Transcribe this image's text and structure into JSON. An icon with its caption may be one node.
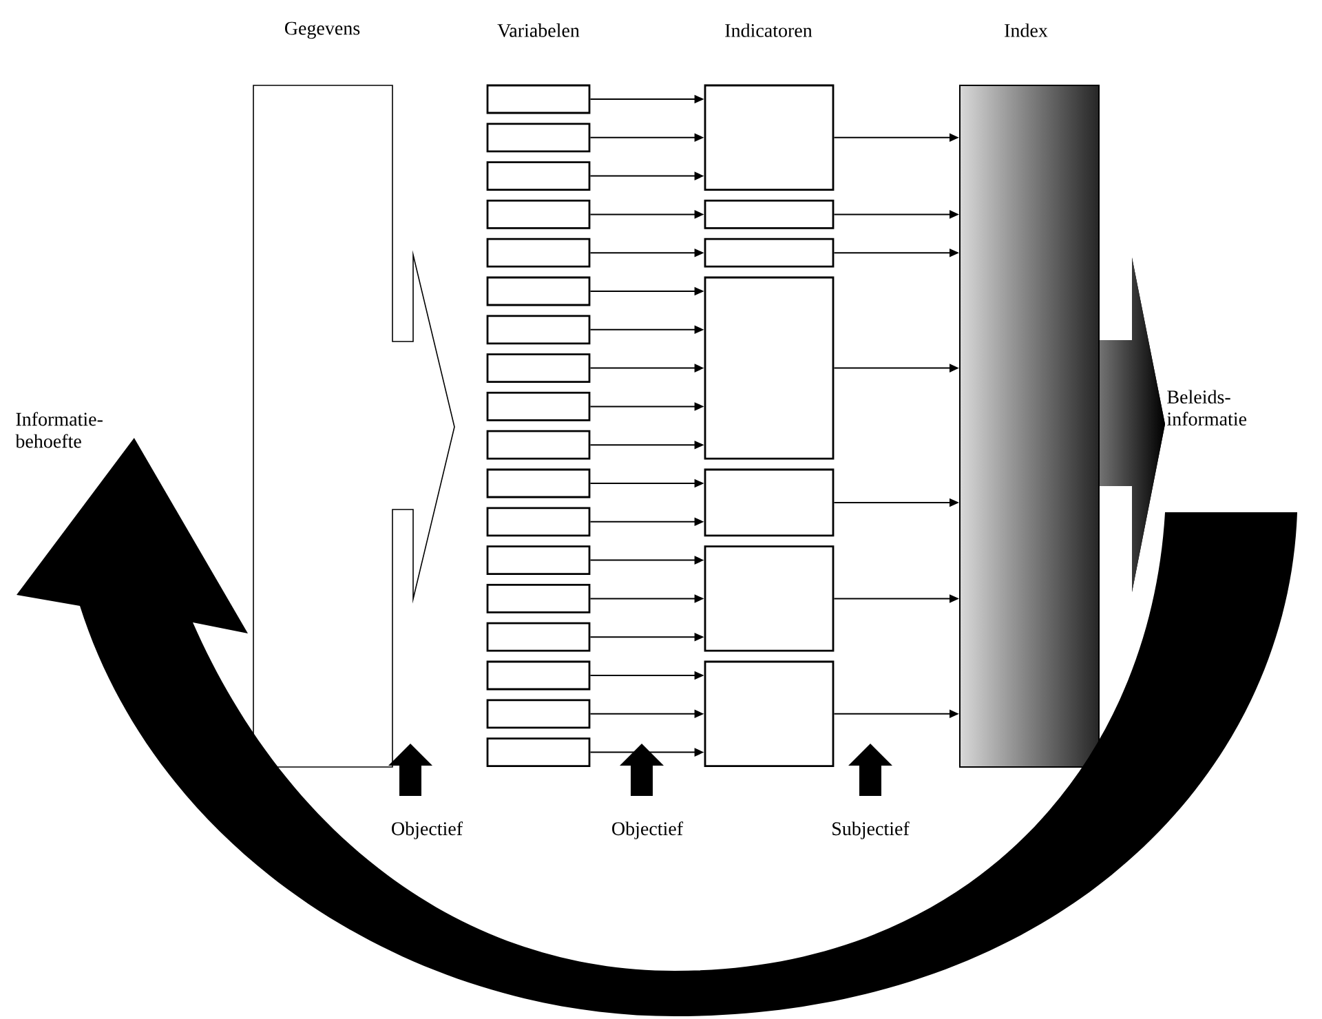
{
  "diagram": {
    "nodes": [
      {
        "text": [],
        "shape": "arrow"
      },
      {
        "text": [],
        "shape": "box"
      },
      {
        "text": [],
        "shape": "box"
      },
      {
        "text": [],
        "shape": "box"
      },
      {
        "text": [],
        "shape": "box"
      },
      {
        "text": [],
        "shape": "box"
      },
      {
        "text": [],
        "shape": "box"
      },
      {
        "text": [],
        "shape": "box"
      },
      {
        "text": [],
        "shape": "box"
      },
      {
        "text": [],
        "shape": "box"
      },
      {
        "text": [],
        "shape": "box"
      },
      {
        "text": [],
        "shape": "box"
      },
      {
        "text": [],
        "shape": "box"
      },
      {
        "text": [],
        "shape": "box"
      },
      {
        "text": [],
        "shape": "box"
      },
      {
        "text": [],
        "shape": "box"
      },
      {
        "text": [],
        "shape": "box"
      },
      {
        "text": [],
        "shape": "box"
      },
      {
        "text": [],
        "shape": "box"
      },
      {
        "text": [],
        "shape": "box"
      },
      {
        "text": [],
        "shape": "box"
      },
      {
        "text": [],
        "shape": "box"
      },
      {
        "text": [],
        "shape": "box"
      },
      {
        "text": [],
        "shape": "box"
      },
      {
        "text": [],
        "shape": "box"
      },
      {
        "text": [],
        "shape": "box"
      },
      {
        "text": [],
        "shape": "bar"
      },
      {
        "text": [
          "Informatie- behoefte"
        ]
      },
      {
        "text": [
          "Beleids- informatie"
        ]
      }
    ],
    "edges": [
      {
        "from": 1,
        "to": 19,
        "arrow": "to"
      },
      {
        "from": 2,
        "to": 19,
        "arrow": "to"
      },
      {
        "from": 3,
        "to": 19,
        "arrow": "to"
      },
      {
        "from": 4,
        "to": 20,
        "arrow": "to"
      },
      {
        "from": 5,
        "to": 21,
        "arrow": "to"
      },
      {
        "from": 6,
        "to": 22,
        "arrow": "to"
      },
      {
        "from": 7,
        "to": 22,
        "arrow": "to"
      },
      {
        "from": 8,
        "to": 22,
        "arrow": "to"
      },
      {
        "from": 9,
        "to": 22,
        "arrow": "to"
      },
      {
        "from": 10,
        "to": 22,
        "arrow": "to"
      },
      {
        "from": 11,
        "to": 23,
        "arrow": "to"
      },
      {
        "from": 12,
        "to": 23,
        "arrow": "to"
      },
      {
        "from": 13,
        "to": 24,
        "arrow": "to"
      },
      {
        "from": 14,
        "to": 24,
        "arrow": "to"
      },
      {
        "from": 15,
        "to": 24,
        "arrow": "to"
      },
      {
        "from": 16,
        "to": 25,
        "arrow": "to"
      },
      {
        "from": 17,
        "to": 25,
        "arrow": "to"
      },
      {
        "from": 18,
        "to": 25,
        "arrow": "to"
      },
      {
        "from": 19,
        "to": 26,
        "arrow": "to"
      },
      {
        "from": 20,
        "to": 26,
        "arrow": "to"
      },
      {
        "from": 21,
        "to": 26,
        "arrow": "to"
      },
      {
        "from": 22,
        "to": 26,
        "arrow": "to"
      },
      {
        "from": 23,
        "to": 26,
        "arrow": "to"
      },
      {
        "from": 24,
        "to": 26,
        "arrow": "to"
      },
      {
        "from": 25,
        "to": 26,
        "arrow": "to"
      },
      {
        "from": 26,
        "to": 28,
        "arrow": "to",
        "style": "thick"
      },
      {
        "from": 28,
        "to": 27,
        "arrow": "to",
        "style": "thick"
      }
    ],
    "labels": [
      "Gegevens",
      "Variabelen",
      "Indicatoren",
      "Index",
      "Objectief",
      "Objectief",
      "Subjectief"
    ]
  }
}
